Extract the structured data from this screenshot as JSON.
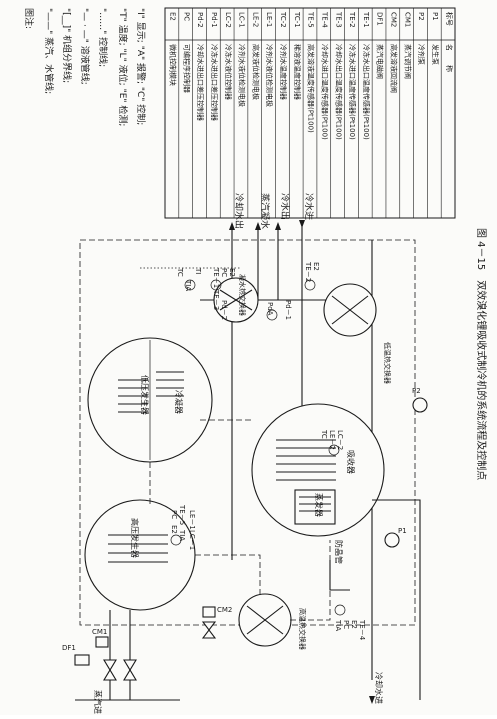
{
  "legend": {
    "title": "图注:",
    "line1": "\"——\" 蒸汽、水管线;",
    "line2": "\"[__]\" 机组分界线;",
    "line3": "\"— · —\" 溶液管线;",
    "line4": "\"……\" 控制线;",
    "line5": "\"T\" 温度; \"L\" 液位; \"E\" 检测;",
    "line6": "\"I\" 显示; \"A\" 报警; \"C\" 控制;"
  },
  "table": {
    "header": {
      "code": "标号",
      "name": "名　　称"
    },
    "rows": [
      {
        "code": "E2",
        "name": "微机控制模块"
      },
      {
        "code": "PC",
        "name": "可编程序控制器"
      },
      {
        "code": "Pd-2",
        "name": "冷却水进出口差压控制器"
      },
      {
        "code": "Pd-1",
        "name": "冷冻水进出口差压控制器"
      },
      {
        "code": "LC-2",
        "name": "冷冻水液位控制器"
      },
      {
        "code": "LC-1",
        "name": "冷剂水液位检测电极"
      },
      {
        "code": "LE-2",
        "name": "高发液位检测电极"
      },
      {
        "code": "LE-1",
        "name": "冷剂水液位检测电极"
      },
      {
        "code": "TC-2",
        "name": "冷剂水温度控制器"
      },
      {
        "code": "TC-1",
        "name": "稀溶液温度控制器"
      },
      {
        "code": "TE-5",
        "name": "高发溶液温度传感器(Pt100)"
      },
      {
        "code": "TE-4",
        "name": "冷却水进口温度传感器(Pt100)"
      },
      {
        "code": "TE-3",
        "name": "冷却水出口温度传感器(Pt100)"
      },
      {
        "code": "TE-2",
        "name": "冷冻水进口温度传感器(Pt100)"
      },
      {
        "code": "TE-1",
        "name": "冷冻水出口温度传感器(Pt100)"
      },
      {
        "code": "DF1",
        "name": "蒸汽电磁阀"
      },
      {
        "code": "CM2",
        "name": "高发溶液回流阀"
      },
      {
        "code": "CM1",
        "name": "蒸汽调节阀"
      },
      {
        "code": "P2",
        "name": "冷剂泵"
      },
      {
        "code": "P1",
        "name": "发生泵"
      }
    ]
  },
  "caption": "图 4－15　双效溴化锂吸收式制冷机的系统流程及控制点",
  "diagram": {
    "cooling_water_out": "冷却水出",
    "steam_condensate": "蒸汽凝水",
    "chilled_water_out": "冷水出",
    "chilled_water_in": "冷水进",
    "cooling_water_in": "冷却水进",
    "steam_in": "蒸汽进",
    "high_gen": "高压发生器",
    "low_gen": "低压发生器",
    "condenser": "冷凝器",
    "absorber": "吸收器",
    "evaporator": "蒸发器",
    "hx_condensate": "凝水热交换器",
    "hx_low": "低温热交换器",
    "hx_high": "高温热交换器",
    "crystal_pipe": "防晶管",
    "tag_df1": "DF1",
    "tag_cm1": "CM1",
    "tag_cm2": "CM2",
    "tag_te5": "TE－5",
    "tag_pc": "PC",
    "tag_e2": "E2",
    "tag_tia": "TIA",
    "tag_le1": "LE－1",
    "tag_lc1": "LC－1",
    "tag_ti": "TI",
    "tag_tc": "TC",
    "tag_te1": "TE－1",
    "tag_te3": "TE－3",
    "tag_pd2": "Pd－2",
    "tag_pda": "PdA",
    "tag_pd1": "Pd－1",
    "tag_te2": "TE－2",
    "tag_le2": "LE－2",
    "tag_lc2": "LC－2",
    "tag_tc2": "TC",
    "tag_te4": "TE－4",
    "tag_p1": "P1",
    "tag_p2": "P2"
  }
}
